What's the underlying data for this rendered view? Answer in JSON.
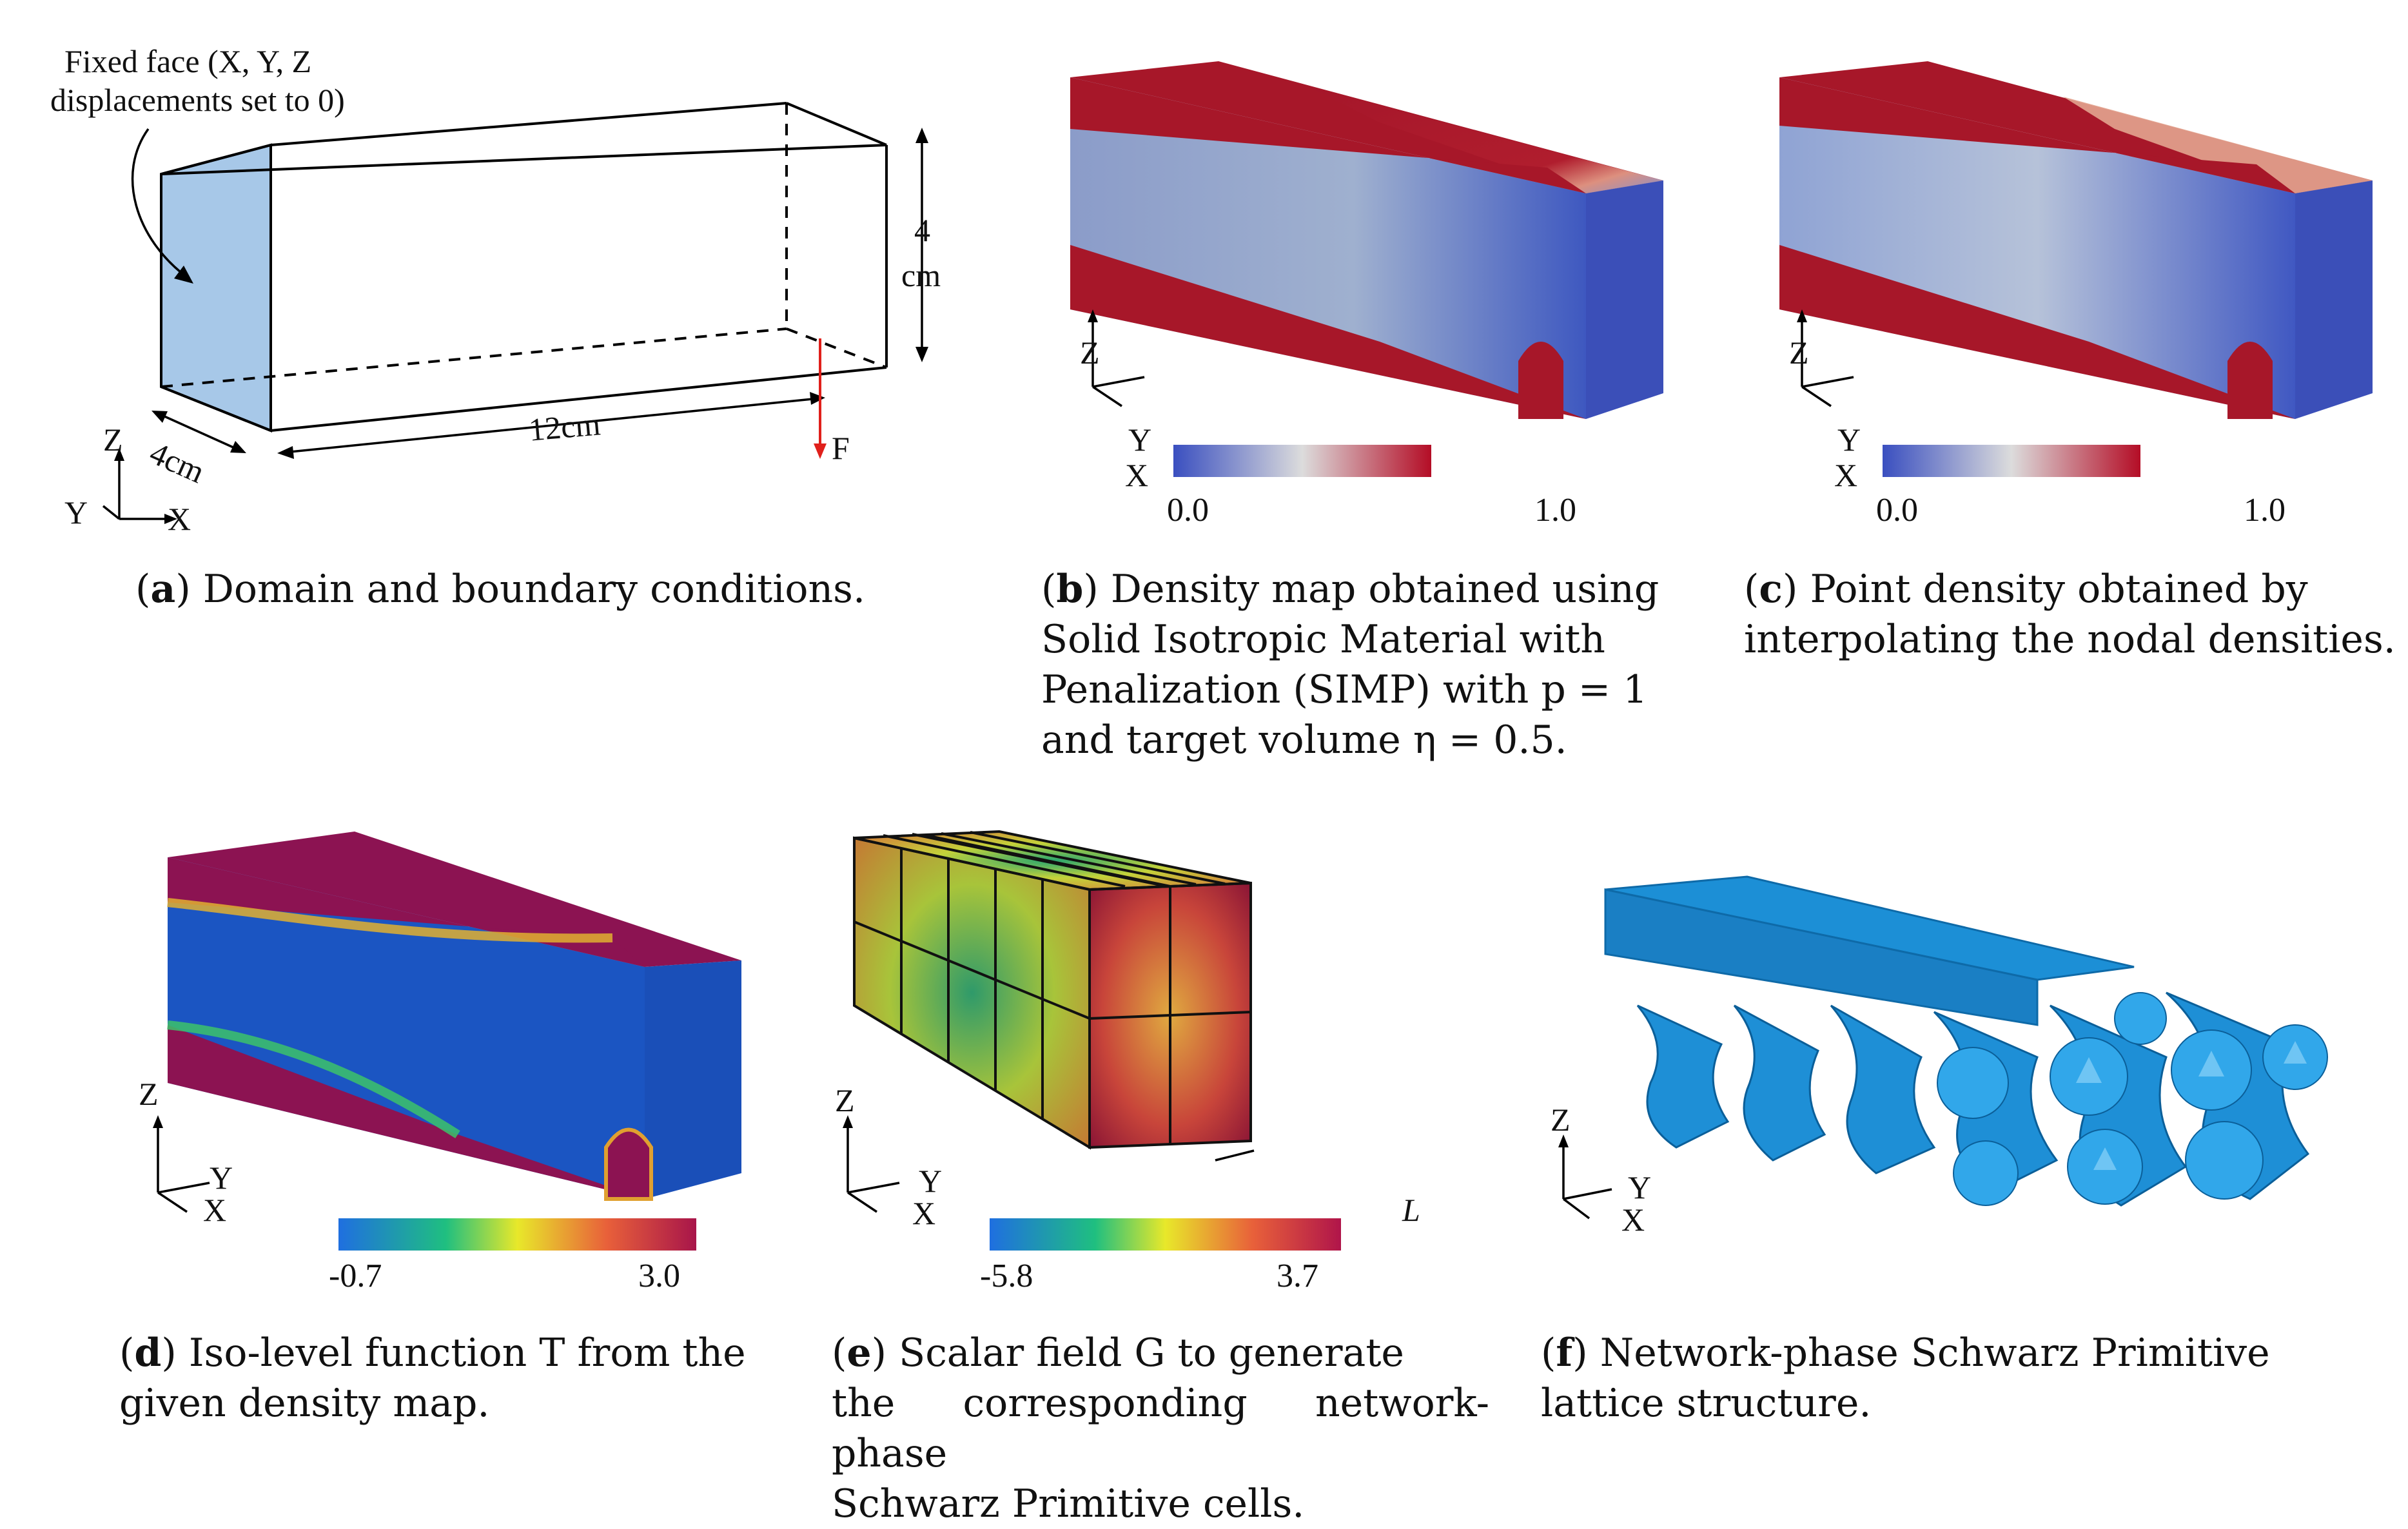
{
  "panels": {
    "a": {
      "letter": "a",
      "caption": "Domain and boundary conditions.",
      "fixed_face_label_line1": "Fixed face (X, Y, Z",
      "fixed_face_label_line2": "displacements set to 0)",
      "height_value": "4",
      "height_unit": "cm",
      "length_label": "12cm",
      "depth_label": "4cm",
      "force_label": "F",
      "axis_z": "Z",
      "axis_y": "Y",
      "axis_x": "X"
    },
    "b": {
      "letter": "b",
      "caption_line1": "Density map obtained using",
      "caption_line2": "Solid Isotropic Material with",
      "caption_line3": "Penalization (SIMP) with p = 1",
      "caption_line4": "and target volume η = 0.5.",
      "colorbar_min": "0.0",
      "colorbar_max": "1.0",
      "axis_z": "Z",
      "axis_y": "Y",
      "axis_x": "X"
    },
    "c": {
      "letter": "c",
      "caption_line1": "Point density obtained by",
      "caption_line2": "interpolating the nodal densities.",
      "colorbar_min": "0.0",
      "colorbar_max": "1.0",
      "axis_z": "Z",
      "axis_y": "Y",
      "axis_x": "X"
    },
    "d": {
      "letter": "d",
      "caption_line1": "Iso-level function T from the",
      "caption_line2": "given density map.",
      "colorbar_min": "-0.7",
      "colorbar_max": "3.0",
      "axis_z": "Z",
      "axis_y": "Y",
      "axis_x": "X"
    },
    "e": {
      "letter": "e",
      "caption_line1": "Scalar field G to generate",
      "caption_line2": "the corresponding network-phase",
      "caption_line3": "Schwarz Primitive cells.",
      "colorbar_min": "-5.8",
      "colorbar_max": "3.7",
      "cell_size_label": "L",
      "axis_z": "Z",
      "axis_y": "Y",
      "axis_x": "X"
    },
    "f": {
      "letter": "f",
      "caption_line1": "Network-phase Schwarz Primitive",
      "caption_line2": "lattice structure.",
      "axis_z": "Z",
      "axis_y": "Y",
      "axis_x": "X"
    }
  },
  "colors": {
    "fixed_face": "#a7c8e8",
    "force_arrow": "#e0201b",
    "density_high": "#8b0a1a",
    "density_low": "#3a4fb0",
    "lattice": "#1e8fd6"
  }
}
